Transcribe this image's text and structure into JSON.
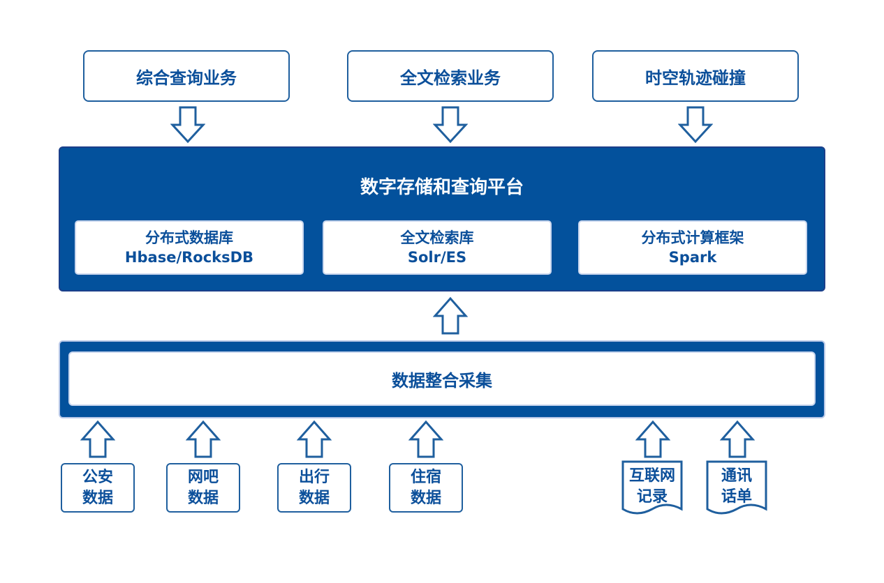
{
  "top_services": [
    "综合查询业务",
    "全文检索业务",
    "时空轨迹碰撞"
  ],
  "platform": {
    "title": "数字存储和查询平台",
    "components": [
      {
        "name": "分布式数据库",
        "tech": "Hbase/RocksDB"
      },
      {
        "name": "全文检索库",
        "tech": "Solr/ES"
      },
      {
        "name": "分布式计算框架",
        "tech": "Spark"
      }
    ]
  },
  "integration": {
    "title": "数据整合采集"
  },
  "sources": [
    {
      "line1": "公安",
      "line2": "数据"
    },
    {
      "line1": "网吧",
      "line2": "数据"
    },
    {
      "line1": "出行",
      "line2": "数据"
    },
    {
      "line1": "住宿",
      "line2": "数据"
    }
  ],
  "document_sources": [
    {
      "line1": "互联网",
      "line2": "记录"
    },
    {
      "line1": "通讯",
      "line2": "话单"
    }
  ],
  "colors": {
    "primary": "#03519c",
    "text": "#0b4f9a",
    "border": "#1f5f9e"
  }
}
